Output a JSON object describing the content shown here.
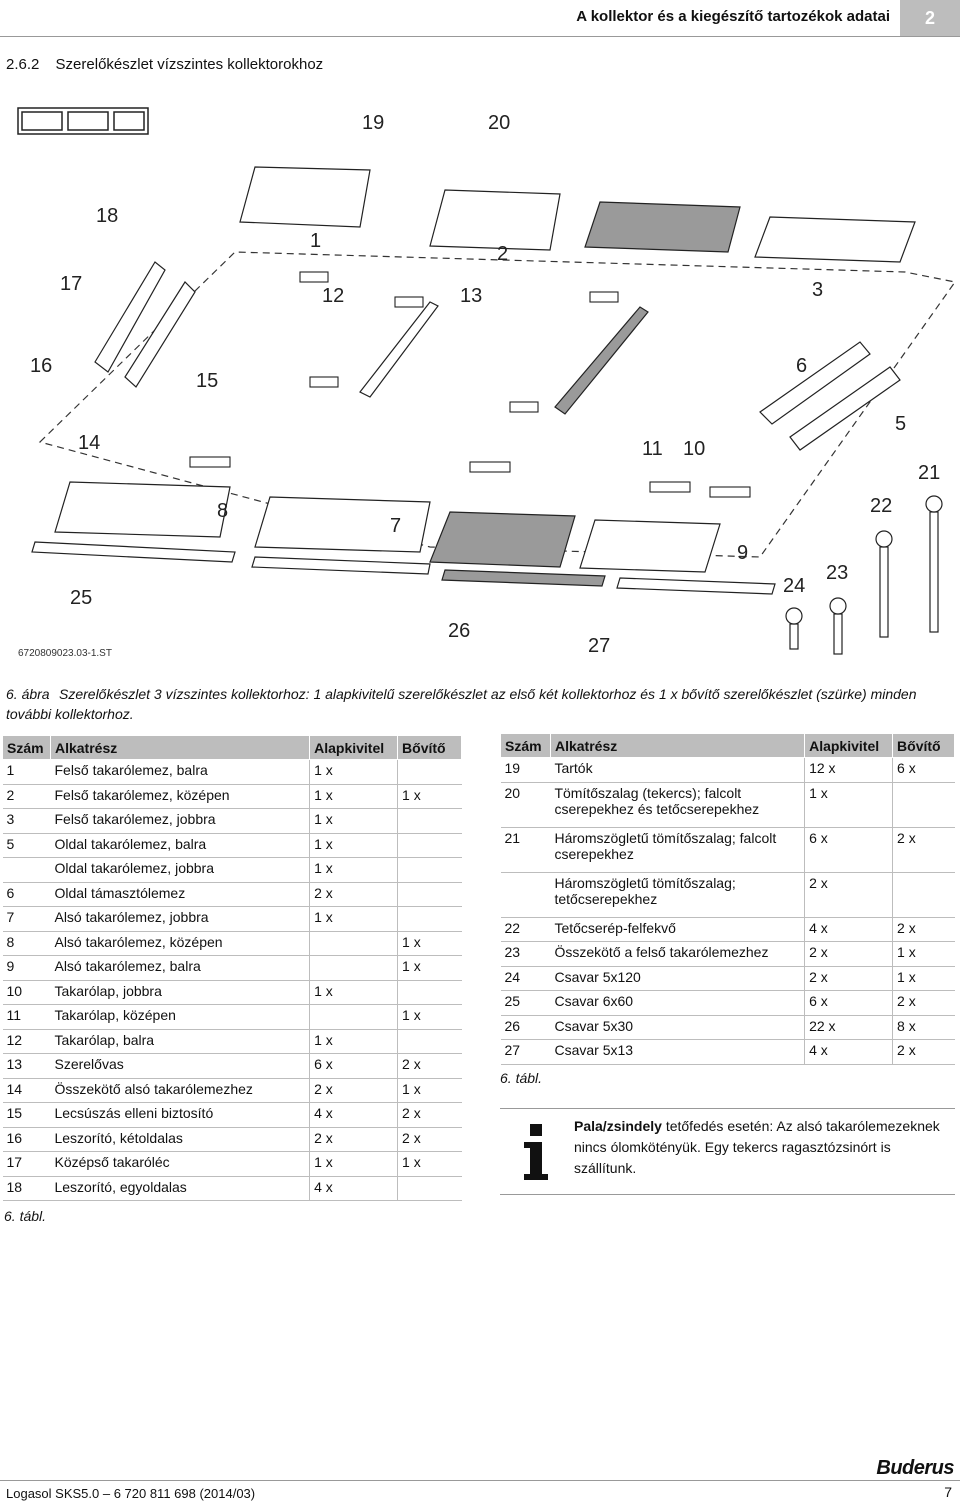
{
  "header": {
    "title": "A kollektor és a kiegészítő tartozékok adatai",
    "chapter": "2"
  },
  "section": {
    "number": "2.6.2",
    "title": "Szerelőkészlet vízszintes kollektorokhoz"
  },
  "figure": {
    "image_id": "6720809023.03-1.ST",
    "callouts": [
      "1",
      "2",
      "3",
      "5",
      "6",
      "7",
      "8",
      "9",
      "10",
      "11",
      "12",
      "13",
      "14",
      "15",
      "16",
      "17",
      "18",
      "19",
      "20",
      "21",
      "22",
      "23",
      "24",
      "25",
      "26",
      "27"
    ]
  },
  "caption": {
    "label": "6. ábra",
    "text": "Szerelőkészlet 3 vízszintes kollektorhoz: 1 alapkivitelű szerelőkészlet az első két kollektorhoz és 1 x bővítő szerelőkészlet (szürke) minden további kollektorhoz."
  },
  "table_headers": [
    "Szám",
    "Alkatrész",
    "Alapkivitel",
    "Bővítő"
  ],
  "table_left": [
    {
      "num": "1",
      "part": "Felső takarólemez, balra",
      "basic": "1 x",
      "ext": ""
    },
    {
      "num": "2",
      "part": "Felső takarólemez, középen",
      "basic": "1 x",
      "ext": "1 x"
    },
    {
      "num": "3",
      "part": "Felső takarólemez, jobbra",
      "basic": "1 x",
      "ext": ""
    },
    {
      "num": "5",
      "part": "Oldal takarólemez, balra",
      "basic": "1 x",
      "ext": ""
    },
    {
      "num": "",
      "part": "Oldal takarólemez, jobbra",
      "basic": "1 x",
      "ext": ""
    },
    {
      "num": "6",
      "part": "Oldal támasztólemez",
      "basic": "2 x",
      "ext": ""
    },
    {
      "num": "7",
      "part": "Alsó takarólemez, jobbra",
      "basic": "1 x",
      "ext": ""
    },
    {
      "num": "8",
      "part": "Alsó takarólemez, középen",
      "basic": "",
      "ext": "1 x"
    },
    {
      "num": "9",
      "part": "Alsó takarólemez, balra",
      "basic": "",
      "ext": "1 x"
    },
    {
      "num": "10",
      "part": "Takarólap, jobbra",
      "basic": "1 x",
      "ext": ""
    },
    {
      "num": "11",
      "part": "Takarólap, középen",
      "basic": "",
      "ext": "1 x"
    },
    {
      "num": "12",
      "part": "Takarólap, balra",
      "basic": "1 x",
      "ext": ""
    },
    {
      "num": "13",
      "part": "Szerelővas",
      "basic": "6 x",
      "ext": "2 x"
    },
    {
      "num": "14",
      "part": "Összekötő alsó takarólemezhez",
      "basic": "2 x",
      "ext": "1 x"
    },
    {
      "num": "15",
      "part": "Lecsúszás elleni biztosító",
      "basic": "4 x",
      "ext": "2 x"
    },
    {
      "num": "16",
      "part": "Leszorító, kétoldalas",
      "basic": "2 x",
      "ext": "2 x"
    },
    {
      "num": "17",
      "part": "Középső takaróléc",
      "basic": "1 x",
      "ext": "1 x"
    },
    {
      "num": "18",
      "part": "Leszorító, egyoldalas",
      "basic": "4 x",
      "ext": ""
    }
  ],
  "table_right": [
    {
      "num": "19",
      "part": "Tartók",
      "basic": "12 x",
      "ext": "6 x"
    },
    {
      "num": "20",
      "part": "Tömítőszalag (tekercs); falcolt cserepekhez és tetőcserepekhez",
      "basic": "1 x",
      "ext": ""
    },
    {
      "num": "21",
      "part": "Háromszögletű tömítőszalag; falcolt cserepekhez",
      "basic": "6 x",
      "ext": "2 x"
    },
    {
      "num": "",
      "part": "Háromszögletű tömítőszalag; tetőcserepekhez",
      "basic": "2 x",
      "ext": ""
    },
    {
      "num": "22",
      "part": "Tetőcserép-felfekvő",
      "basic": "4 x",
      "ext": "2 x"
    },
    {
      "num": "23",
      "part": "Összekötő a felső takarólemezhez",
      "basic": "2 x",
      "ext": "1 x"
    },
    {
      "num": "24",
      "part": "Csavar 5x120",
      "basic": "2 x",
      "ext": "1 x"
    },
    {
      "num": "25",
      "part": "Csavar 6x60",
      "basic": "6 x",
      "ext": "2 x"
    },
    {
      "num": "26",
      "part": "Csavar 5x30",
      "basic": "22 x",
      "ext": "8 x"
    },
    {
      "num": "27",
      "part": "Csavar 5x13",
      "basic": "4 x",
      "ext": "2 x"
    }
  ],
  "table_label": "6. tábl.",
  "info": {
    "bold": "Pala/zsindely",
    "text": " tetőfedés esetén: Az alsó takarólemezeknek nincs ólomkötényük. Egy tekercs ragasztózsinórt is szállítunk."
  },
  "footer": {
    "doc": "Logasol SKS5.0 – 6 720 811 698 (2014/03)",
    "page": "7",
    "logo": "Buderus"
  },
  "colors": {
    "grey_fill": "#bdbdbd",
    "rule": "#999999"
  }
}
